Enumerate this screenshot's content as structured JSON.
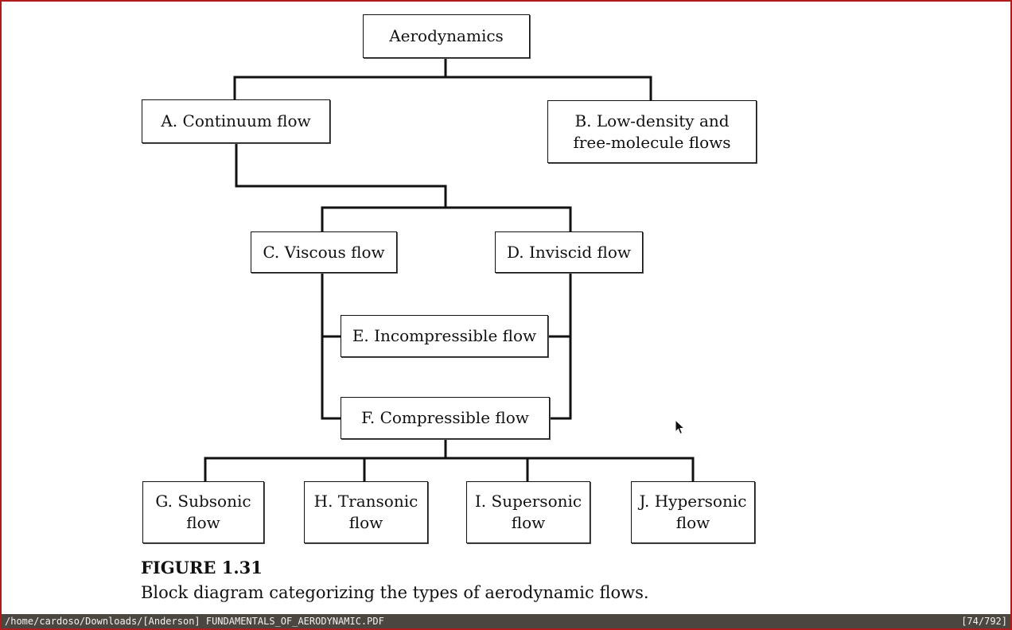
{
  "diagram": {
    "root": "Aerodynamics",
    "a_lines": [
      "A.  Continuum flow"
    ],
    "b_lines": [
      "B.  Low-density and",
      "free-molecule flows"
    ],
    "c_lines": [
      "C.  Viscous flow"
    ],
    "d_lines": [
      "D.  Inviscid flow"
    ],
    "e_lines": [
      "E.  Incompressible flow"
    ],
    "f_lines": [
      "F.  Compressible flow"
    ],
    "g_lines": [
      "G.  Subsonic",
      "flow"
    ],
    "h_lines": [
      "H.  Transonic",
      "flow"
    ],
    "i_lines": [
      "I.  Supersonic",
      "flow"
    ],
    "j_lines": [
      "J.  Hypersonic",
      "flow"
    ]
  },
  "caption": {
    "title": "FIGURE 1.31",
    "text": "Block diagram categorizing the types of aerodynamic flows."
  },
  "status_bar": {
    "path": "/home/cardoso/Downloads/[Anderson] FUNDAMENTALS_OF_AERODYNAMIC.PDF",
    "page": "[74/792]"
  },
  "icons": {
    "cursor": "mouse-pointer-icon"
  },
  "colors": {
    "window_border": "#b01c1c",
    "status_bar_bg": "#4b4640"
  }
}
